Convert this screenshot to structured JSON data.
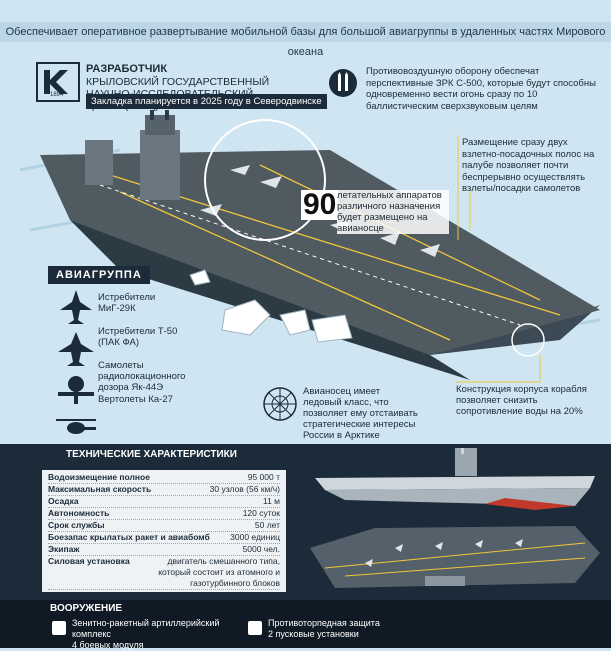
{
  "banner": "Обеспечивает оперативное развертывание мобильной базы для большой авиагруппы в удаленных частях Мирового океана",
  "developer": {
    "title": "РАЗРАБОТЧИК",
    "name": "КРЫЛОВСКИЙ ГОСУДАРСТВЕННЫЙ НАУЧНО-ИССЛЕДОВАТЕЛЬСКИЙ ЦЕНТР (КГНЦ)",
    "logo_year": "1894",
    "note": "Закладка планируется в 2025 году в Северодвинске"
  },
  "callouts": {
    "missiles": "Противовоздушную оборону обеспечат перспективные ЗРК С-500, которые будут способны одновременно вести огонь сразу по 10 баллистическим сверхзвуковым целям",
    "deck": "Размещение сразу двух взлетно-посадочных полос на палубе позволяет почти беспрерывно осуществлять взлеты/посадки самолетов",
    "aircraft_count": "90",
    "aircraft_text": "летательных аппаратов различного назначения будет размещено на авианосце",
    "ice": "Авианосец имеет ледовый класс, что позволяет ему отстаивать стратегические интересы России в Арктике",
    "hull": "Конструкция корпуса корабля позволяет снизить сопротивление воды на 20%"
  },
  "airgroup": {
    "title": "АВИАГРУППА",
    "items": [
      {
        "name": "Истребители МиГ-29К"
      },
      {
        "name": "Истребители Т-50 (ПАК ФА)"
      },
      {
        "name": "Самолеты радиолокационного дозора Як-44Э"
      },
      {
        "name": "Вертолеты Ка-27"
      }
    ]
  },
  "tech": {
    "title": "ТЕХНИЧЕСКИЕ ХАРАКТЕРИСТИКИ",
    "rows": [
      {
        "k": "Водоизмещение полное",
        "v": "95 000 т"
      },
      {
        "k": "Максимальная скорость",
        "v": "30 узлов (56 км/ч)"
      },
      {
        "k": "Осадка",
        "v": "11 м"
      },
      {
        "k": "Автономность",
        "v": "120 суток"
      },
      {
        "k": "Срок службы",
        "v": "50 лет"
      },
      {
        "k": "Боезапас крылатых ракет и авиабомб",
        "v": "3000 единиц"
      },
      {
        "k": "Экипаж",
        "v": "5000 чел."
      },
      {
        "k": "Силовая установка",
        "v": "двигатель смешанного типа, который состоит из атомного и газотурбинного блоков"
      }
    ]
  },
  "armament": {
    "title": "ВООРУЖЕНИЕ",
    "items": [
      {
        "name": "Зенитно-ракетный артиллерийский комплекс",
        "detail": "4 боевых модуля"
      },
      {
        "name": "Противоторпедная защита",
        "detail": "2 пусковые установки"
      }
    ]
  }
}
